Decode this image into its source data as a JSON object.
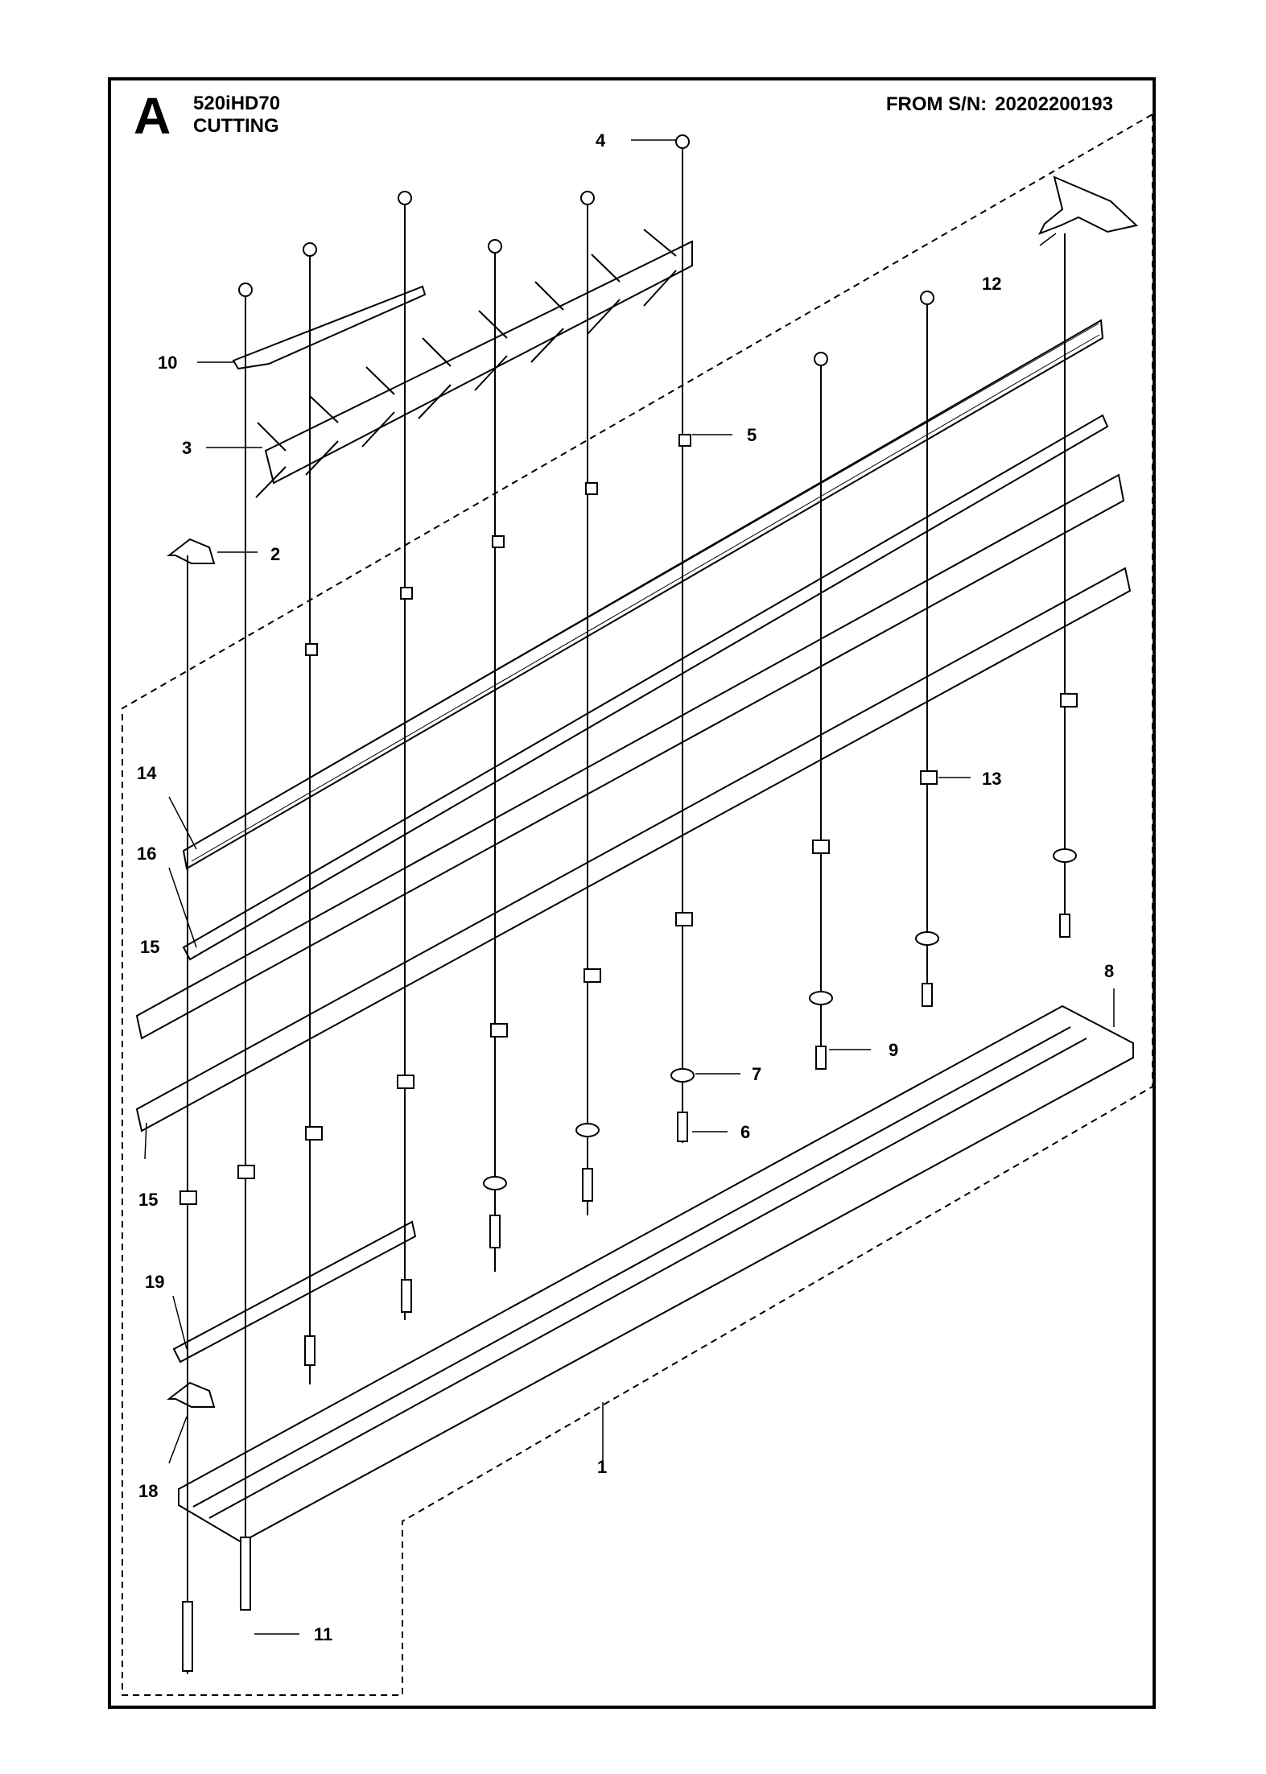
{
  "header": {
    "section_letter": "A",
    "model": "520iHD70",
    "section_name": "CUTTING",
    "serial_label": "FROM S/N:",
    "serial_number": "20202200193"
  },
  "callouts": [
    "1",
    "2",
    "3",
    "4",
    "5",
    "6",
    "7",
    "8",
    "9",
    "10",
    "11",
    "12",
    "13",
    "14",
    "15",
    "15",
    "16",
    "18",
    "19"
  ],
  "colors": {
    "line": "#000000",
    "background": "#ffffff"
  }
}
